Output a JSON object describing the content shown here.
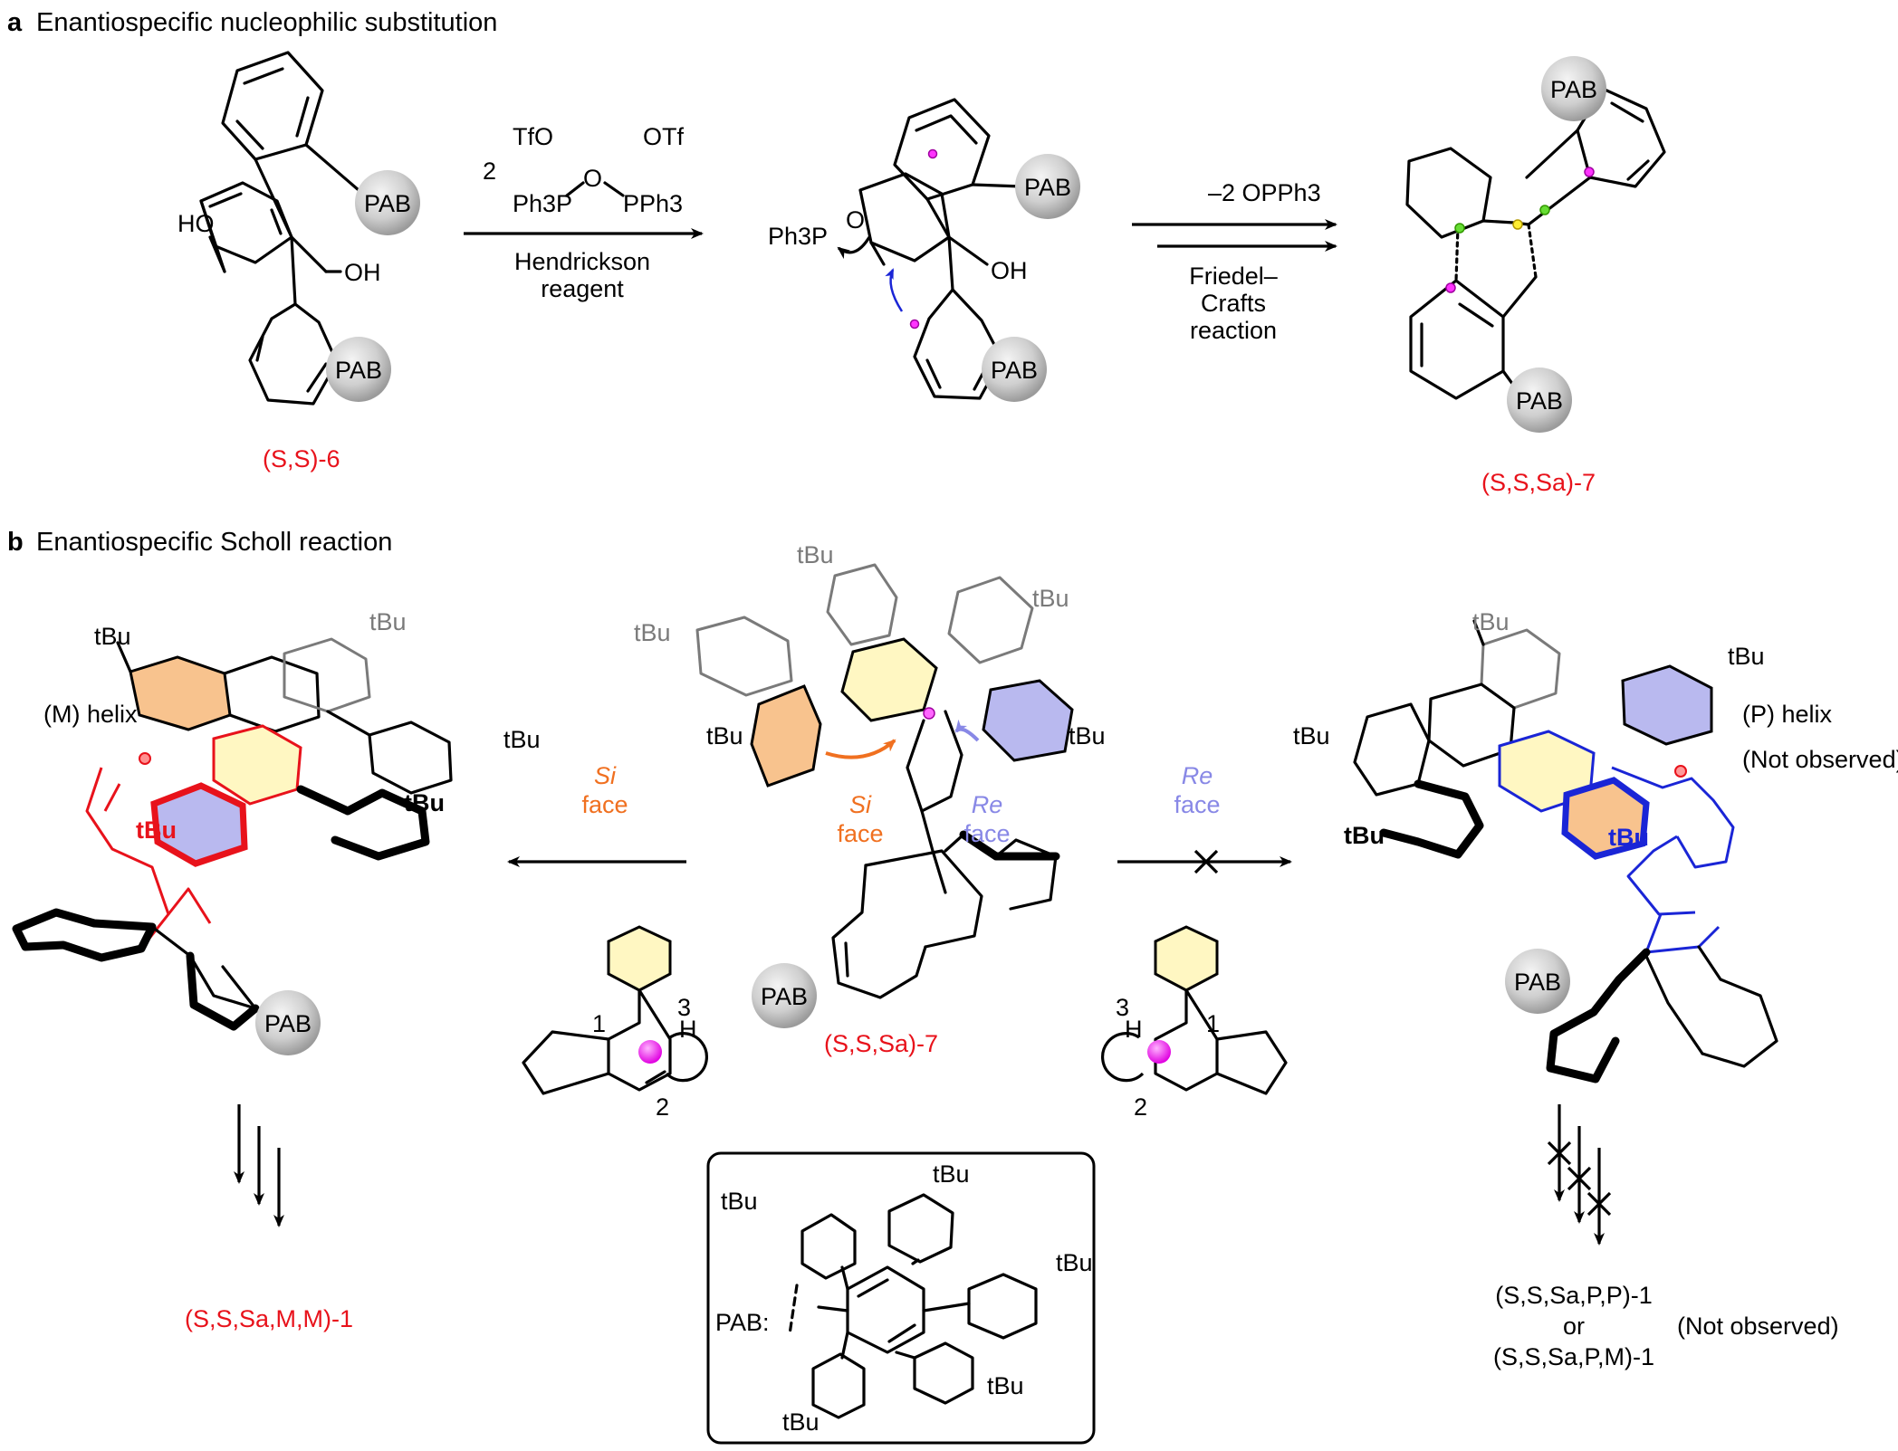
{
  "panel_a": {
    "letter": "a",
    "title": "Enantiospecific nucleophilic substitution",
    "reagent_tfo": "TfO",
    "reagent_otf": "OTf",
    "reagent_coef": "2",
    "reagent_ph3p": "Ph3P",
    "reagent_o": "O",
    "reagent_pph3": "PPh3",
    "reagent_name_line1": "Hendrickson",
    "reagent_name_line2": "reagent",
    "step2_top": "–2 OPPh3",
    "step2_line1": "Friedel–",
    "step2_line2": "Crafts",
    "step2_line3": "reaction",
    "oh_label": "OH",
    "ho_label": "HO",
    "o_label": "O",
    "ph3p_label": "Ph3P",
    "compound6": "(S,S)-6",
    "compound7": "(S,S,Sa)-7"
  },
  "panel_b": {
    "letter": "b",
    "title": "Enantiospecific Scholl reaction",
    "m_helix": "(M) helix",
    "p_helix": "(P) helix",
    "not_observed": "(Not observed)",
    "si_face": "Si",
    "re_face": "Re",
    "face_word": "face",
    "compound7": "(S,S,Sa)-7",
    "product_left": "(S,S,Sa,M,M)-1",
    "product_right_1": "(S,S,Sa,P,P)-1",
    "product_right_or": "or",
    "product_right_2": "(S,S,Sa,P,M)-1",
    "product_right_note": "(Not observed)",
    "tbu": "tBu",
    "h_label": "H",
    "pos1": "1",
    "pos2": "2",
    "pos3": "3",
    "pab_box_label": "PAB:"
  },
  "pab_label": "PAB",
  "colors": {
    "red": "#e8121b",
    "blue": "#1a25d6",
    "orange": "#f07020",
    "lavender": "#8888e6",
    "yellow_fill": "#fff7c2",
    "orange_fill": "#f8c38e",
    "blue_fill": "#b9b9ef",
    "magenta": "#ff33ff",
    "green": "#66dd33",
    "gray": "#7a7a7a"
  }
}
